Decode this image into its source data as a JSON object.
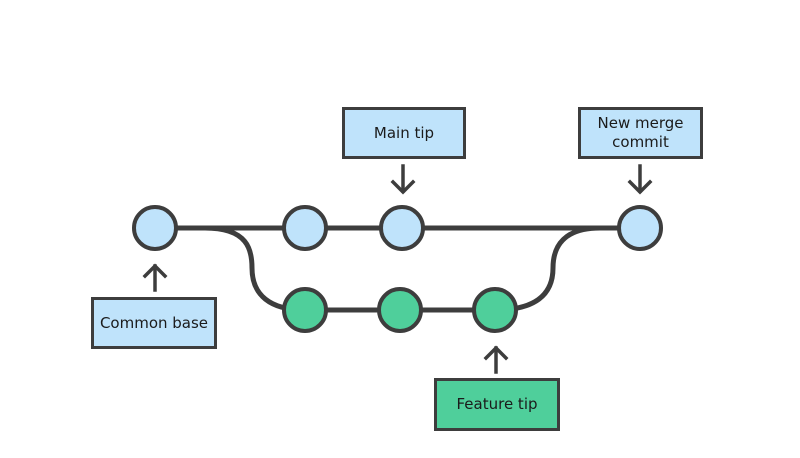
{
  "labels": {
    "main_tip": "Main tip",
    "new_merge_commit": "New merge\ncommit",
    "common_base": "Common base",
    "feature_tip": "Feature tip"
  },
  "colors": {
    "main_commit_fill": "#bfe3fb",
    "feature_commit_fill": "#4fcf9b",
    "stroke": "#3d3d3d",
    "background": "#ffffff"
  },
  "graph": {
    "main_branch_commits": 4,
    "feature_branch_commits": 3
  }
}
